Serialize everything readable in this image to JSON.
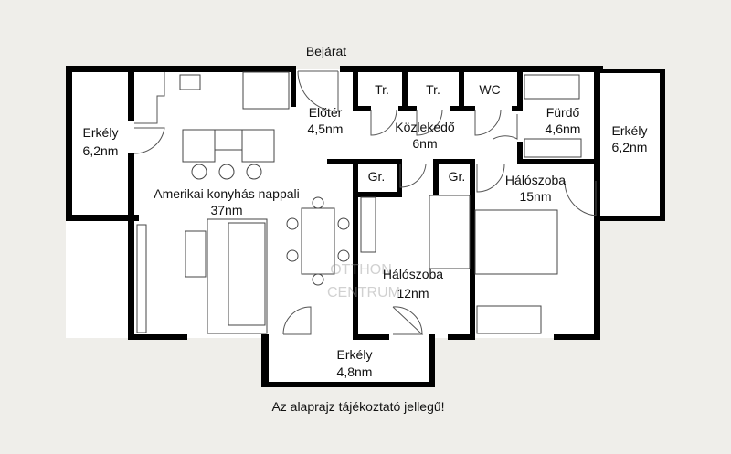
{
  "plan": {
    "entrance": "Bejárat",
    "disclaimer": "Az alaprajz tájékoztató jellegű!",
    "watermark": [
      "OTTHON",
      "CENTRUM"
    ],
    "rooms": {
      "balcony_left": {
        "name": "Erkély",
        "area": "6,2nm"
      },
      "hall": {
        "name": "Előtér",
        "area": "4,5nm"
      },
      "corridor": {
        "name": "Közlekedő",
        "area": "6nm"
      },
      "bathroom": {
        "name": "Fürdő",
        "area": "4,6nm"
      },
      "balcony_right": {
        "name": "Erkély",
        "area": "6,2nm"
      },
      "living": {
        "name": "Amerikai konyhás nappali",
        "area": "37nm"
      },
      "bedroom_large": {
        "name": "Hálószoba",
        "area": "15nm"
      },
      "bedroom_small": {
        "name": "Hálószoba",
        "area": "12nm"
      },
      "balcony_bottom": {
        "name": "Erkély",
        "area": "4,8nm"
      }
    },
    "small_rooms": {
      "storage1": "Tr.",
      "storage2": "Tr.",
      "wc": "WC",
      "wardrobe1": "Gr.",
      "wardrobe2": "Gr."
    }
  }
}
